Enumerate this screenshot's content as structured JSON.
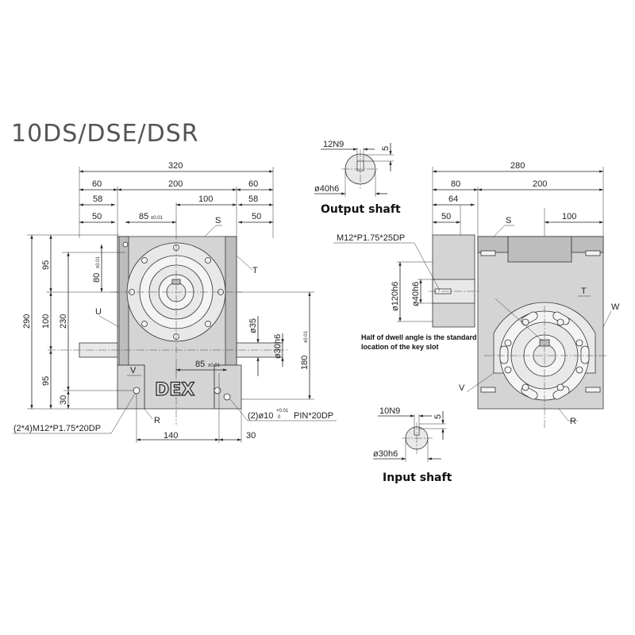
{
  "title": "10DS/DSE/DSR",
  "captions": {
    "output_shaft": "Output shaft",
    "input_shaft": "Input shaft"
  },
  "logo_text": "DEX",
  "note": {
    "line1": "Half of dwell angle is the standard",
    "line2": "location of the key slot"
  },
  "front_view": {
    "dims_top": {
      "overall": "320",
      "left": "60",
      "center": "200",
      "right": "60",
      "left_inner": "58",
      "right_inner": "58",
      "center_half": "100"
    },
    "dims_second": {
      "left": "50",
      "right": "50",
      "offset": "85",
      "offset_tol": "±0.01"
    },
    "dims_left": {
      "overall": "290",
      "top": "95",
      "mid": "100",
      "bottom": "95",
      "height": "230",
      "base": "30",
      "pin_offset": "80",
      "pin_offset_tol": "±0.01"
    },
    "dims_right": {
      "shaft_dia": "ø35",
      "output_dia": "ø30h6",
      "height": "180",
      "height_tol": "±0.01"
    },
    "dims_bottom": {
      "offset": "85",
      "offset_tol": "±0.01",
      "width": "140",
      "right": "30"
    },
    "labels": {
      "s": "S",
      "t": "T",
      "u": "U",
      "v": "V",
      "r": "R"
    },
    "callouts": {
      "bolt": "(2*4)M12*P1.75*20DP",
      "pin_prefix": "(2)ø10",
      "pin_tol_upper": "+0.01",
      "pin_tol_lower": "0",
      "pin_suffix": "PIN*20DP"
    }
  },
  "side_view": {
    "dims_top": {
      "overall": "280",
      "left": "80",
      "right": "200"
    },
    "dims_second": {
      "a": "64",
      "b": "50",
      "c": "100"
    },
    "labels": {
      "s": "S",
      "t": "T",
      "w": "W",
      "v": "V",
      "r": "R"
    },
    "bolt": "M12*P1.75*25DP",
    "dia_outer": "ø120h6",
    "dia_inner": "ø40h6"
  },
  "output_shaft": {
    "key": "12N9",
    "depth": "5",
    "dia": "ø40h6"
  },
  "input_shaft": {
    "key": "10N9",
    "depth": "5",
    "dia": "ø30h6"
  }
}
